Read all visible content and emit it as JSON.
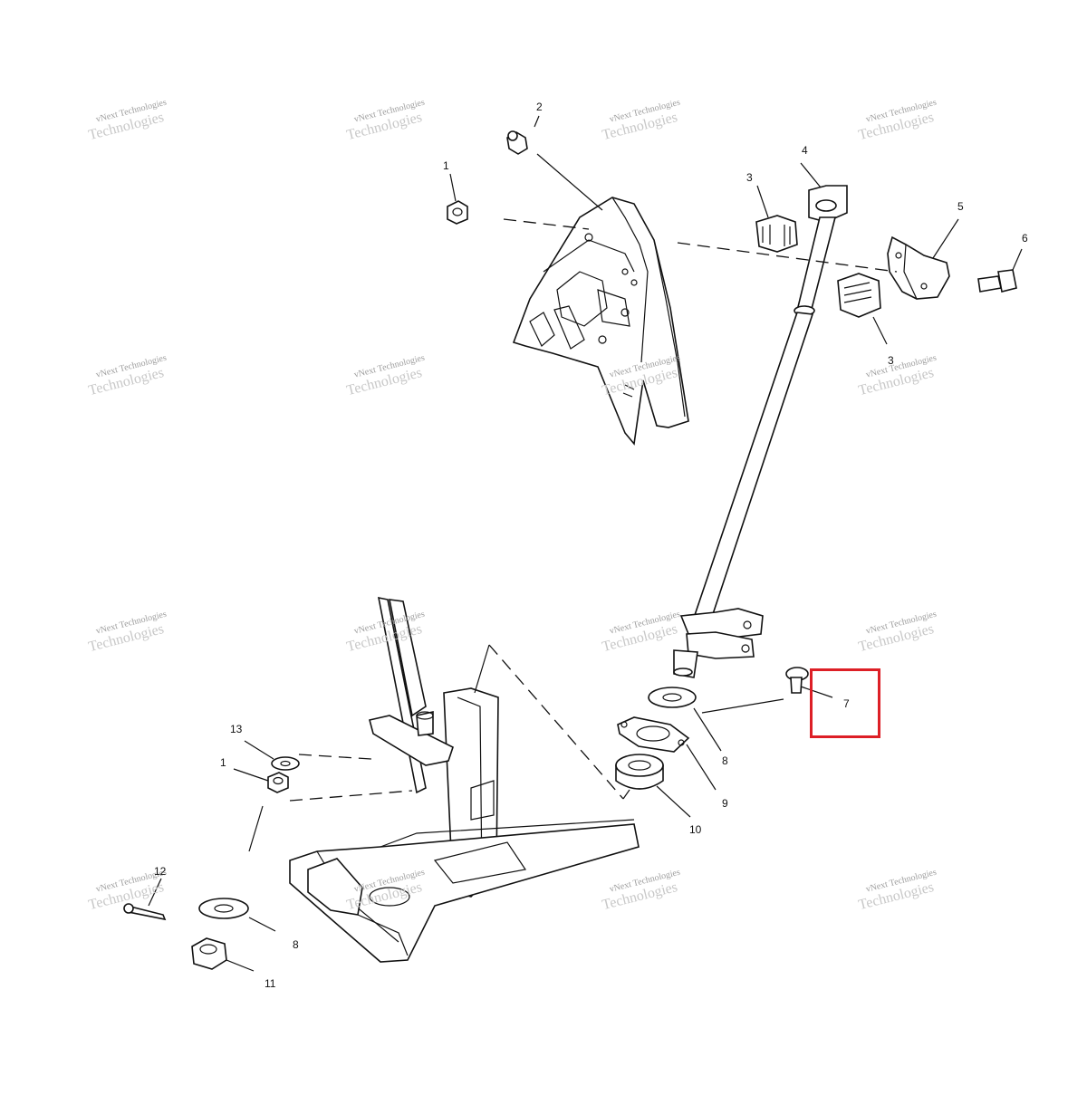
{
  "watermark": {
    "line1": "vNext Technologies",
    "line2": "Technologies"
  },
  "callouts": [
    {
      "id": "c1a",
      "label": "1"
    },
    {
      "id": "c2",
      "label": "2"
    },
    {
      "id": "c3a",
      "label": "3"
    },
    {
      "id": "c4",
      "label": "4"
    },
    {
      "id": "c5",
      "label": "5"
    },
    {
      "id": "c6",
      "label": "6"
    },
    {
      "id": "c3b",
      "label": "3"
    },
    {
      "id": "c7",
      "label": "7"
    },
    {
      "id": "c8a",
      "label": "8"
    },
    {
      "id": "c9",
      "label": "9"
    },
    {
      "id": "c10",
      "label": "10"
    },
    {
      "id": "c13",
      "label": "13"
    },
    {
      "id": "c1b",
      "label": "1"
    },
    {
      "id": "c12",
      "label": "12"
    },
    {
      "id": "c8b",
      "label": "8"
    },
    {
      "id": "c11",
      "label": "11"
    }
  ],
  "highlight": {
    "target_label": "7",
    "color": "#dd1f26"
  }
}
